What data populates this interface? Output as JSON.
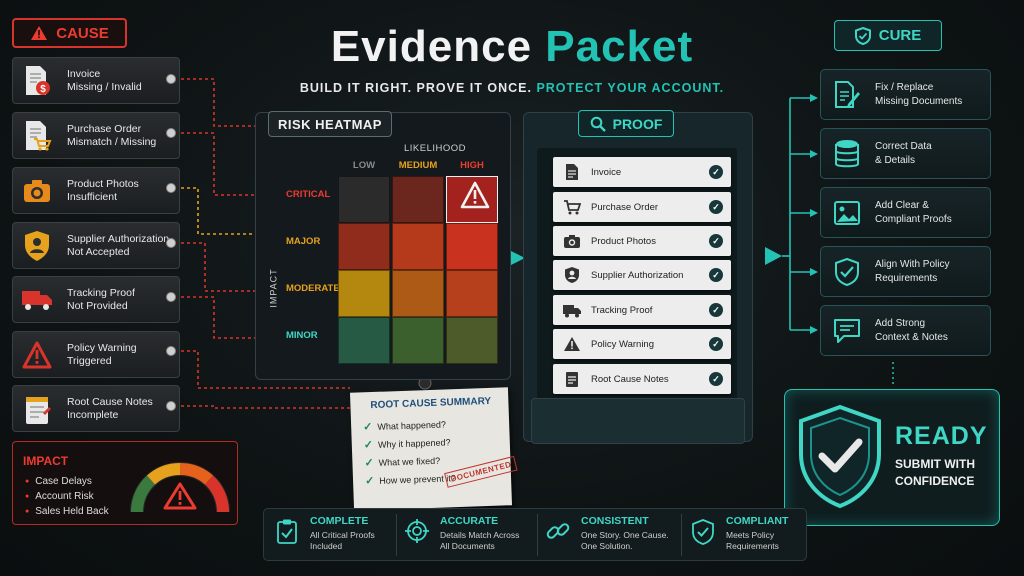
{
  "header": {
    "title_part1": "Evidence",
    "title_part2": "Packet",
    "subtitle_part1": "BUILD IT RIGHT. PROVE IT ONCE.",
    "subtitle_part2": "PROTECT YOUR ACCOUNT."
  },
  "colors": {
    "accent": "#22c3b5",
    "danger": "#ee3b30",
    "warning": "#e6a21c"
  },
  "cause": {
    "label": "CAUSE",
    "icon": "warning-triangle-icon",
    "items": [
      {
        "label": "Invoice\nMissing / Invalid",
        "icon": "invoice-dollar-icon"
      },
      {
        "label": "Purchase Order\nMismatch / Missing",
        "icon": "purchase-order-cart-icon"
      },
      {
        "label": "Product Photos\nInsufficient",
        "icon": "camera-icon"
      },
      {
        "label": "Supplier Authorization\nNot Accepted",
        "icon": "supplier-badge-icon"
      },
      {
        "label": "Tracking Proof\nNot Provided",
        "icon": "truck-icon"
      },
      {
        "label": "Policy Warning\nTriggered",
        "icon": "warning-triangle-icon"
      },
      {
        "label": "Root Cause Notes\nIncomplete",
        "icon": "notepad-icon"
      }
    ]
  },
  "impact": {
    "title": "IMPACT",
    "items": [
      "Case Delays",
      "Account Risk",
      "Sales Held Back"
    ],
    "gauge_icon": "warning-gauge-icon"
  },
  "heatmap": {
    "title": "RISK HEATMAP",
    "x_axis": "LIKELIHOOD",
    "y_axis": "IMPACT",
    "columns": [
      "LOW",
      "MEDIUM",
      "HIGH"
    ],
    "rows": [
      "CRITICAL",
      "MAJOR",
      "MODERATE",
      "MINOR"
    ],
    "column_colors": [
      "#8a8a8a",
      "#e6a21c",
      "#ee3b30"
    ],
    "row_colors": [
      "#ee3b30",
      "#e6a21c",
      "#e6a21c",
      "#3fd6c6"
    ],
    "cells": [
      [
        "#2b2b2b",
        "#6b261e",
        "#a3221d"
      ],
      [
        "#8f2c1c",
        "#b43a1b",
        "#c9321e"
      ],
      [
        "#b4880f",
        "#ad5a16",
        "#b7401c"
      ],
      [
        "#275a45",
        "#3c5f2e",
        "#4d5a2a"
      ]
    ]
  },
  "root_cause": {
    "title": "ROOT CAUSE SUMMARY",
    "items": [
      "What happened?",
      "Why it happened?",
      "What we fixed?",
      "How we prevent it?"
    ],
    "stamp": "DOCUMENTED"
  },
  "proof": {
    "label": "PROOF",
    "icon": "magnifier-icon",
    "docs": [
      {
        "label": "Invoice",
        "icon": "document-icon"
      },
      {
        "label": "Purchase Order",
        "icon": "cart-icon"
      },
      {
        "label": "Product Photos",
        "icon": "camera-icon"
      },
      {
        "label": "Supplier Authorization",
        "icon": "person-badge-icon"
      },
      {
        "label": "Tracking Proof",
        "icon": "truck-icon"
      },
      {
        "label": "Policy Warning",
        "icon": "warning-triangle-icon"
      },
      {
        "label": "Root Cause Notes",
        "icon": "notepad-icon"
      }
    ]
  },
  "cure": {
    "label": "CURE",
    "icon": "shield-icon",
    "items": [
      {
        "label": "Fix / Replace\nMissing Documents",
        "icon": "document-pen-icon"
      },
      {
        "label": "Correct Data\n& Details",
        "icon": "database-icon"
      },
      {
        "label": "Add Clear &\nCompliant Proofs",
        "icon": "image-icon"
      },
      {
        "label": "Align With Policy\nRequirements",
        "icon": "shield-check-icon"
      },
      {
        "label": "Add Strong\nContext & Notes",
        "icon": "chat-notes-icon"
      }
    ]
  },
  "ready": {
    "title": "READY",
    "text": "SUBMIT WITH\nCONFIDENCE",
    "icon": "shield-check-icon"
  },
  "features": [
    {
      "title": "COMPLETE",
      "desc": "All Critical Proofs\nIncluded",
      "icon": "clipboard-check-icon"
    },
    {
      "title": "ACCURATE",
      "desc": "Details Match Across\nAll Documents",
      "icon": "target-icon"
    },
    {
      "title": "CONSISTENT",
      "desc": "One Story. One Cause.\nOne Solution.",
      "icon": "link-icon"
    },
    {
      "title": "COMPLIANT",
      "desc": "Meets Policy\nRequirements",
      "icon": "shield-check-icon"
    }
  ]
}
